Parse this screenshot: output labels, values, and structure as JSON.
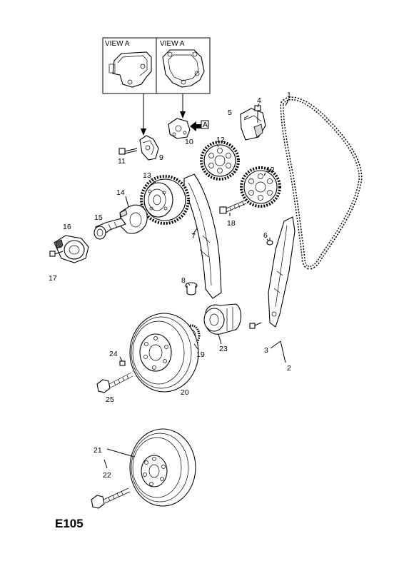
{
  "diagram": {
    "code": "E105",
    "views": [
      {
        "label": "VIEW A"
      },
      {
        "label": "VIEW A"
      }
    ],
    "view_marker": "A",
    "callouts": [
      {
        "id": "1",
        "label": "1"
      },
      {
        "id": "2",
        "label": "2"
      },
      {
        "id": "3",
        "label": "3"
      },
      {
        "id": "4",
        "label": "4"
      },
      {
        "id": "5",
        "label": "5"
      },
      {
        "id": "6",
        "label": "6"
      },
      {
        "id": "7",
        "label": "7"
      },
      {
        "id": "8",
        "label": "8"
      },
      {
        "id": "9",
        "label": "9"
      },
      {
        "id": "10",
        "label": "10"
      },
      {
        "id": "11",
        "label": "11"
      },
      {
        "id": "12a",
        "label": "12"
      },
      {
        "id": "12b",
        "label": "12"
      },
      {
        "id": "13",
        "label": "13"
      },
      {
        "id": "14",
        "label": "14"
      },
      {
        "id": "15",
        "label": "15"
      },
      {
        "id": "16",
        "label": "16"
      },
      {
        "id": "17",
        "label": "17"
      },
      {
        "id": "18",
        "label": "18"
      },
      {
        "id": "19",
        "label": "19"
      },
      {
        "id": "20",
        "label": "20"
      },
      {
        "id": "21",
        "label": "21"
      },
      {
        "id": "22",
        "label": "22"
      },
      {
        "id": "23",
        "label": "23"
      },
      {
        "id": "24",
        "label": "24"
      },
      {
        "id": "25",
        "label": "25"
      }
    ]
  }
}
